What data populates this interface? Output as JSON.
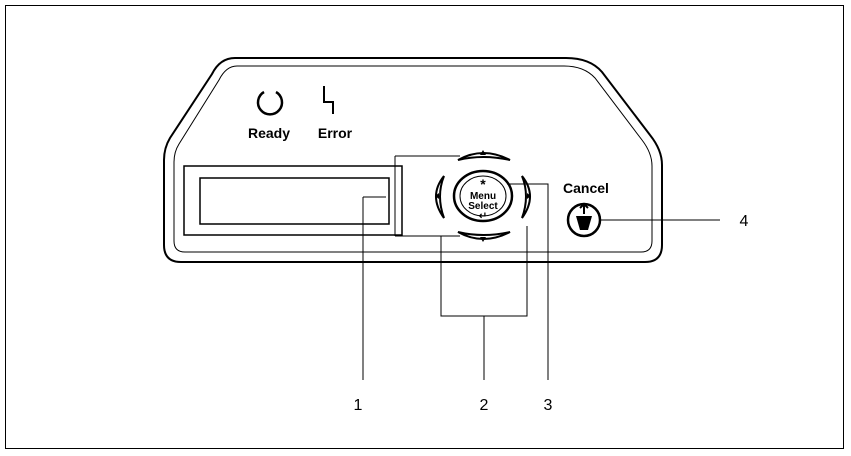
{
  "panel": {
    "ready_label": "Ready",
    "error_label": "Error",
    "cancel_label": "Cancel",
    "menu_word": "Menu",
    "select_word": "Select",
    "star_glyph": "*",
    "enter_glyph": "↵"
  },
  "callouts": {
    "c1": "1",
    "c2": "2",
    "c3": "3",
    "c4": "4"
  }
}
